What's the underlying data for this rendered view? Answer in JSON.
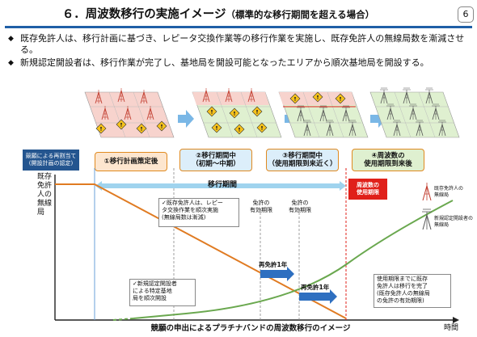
{
  "header": {
    "title": "６．周波数移行の実施イメージ",
    "subtitle": "（標準的な移行期間を超える場合）",
    "page_number": "6"
  },
  "bullets": [
    {
      "mark": "◆",
      "text": "既存免許人は、移行計画に基づき、レピータ交換作業等の移行作業を実施し、既存免許人の無線局数を漸減させる。"
    },
    {
      "mark": "◆",
      "text": "新規認定開設者は、移行作業が完了し、基地局を開設可能となったエリアから順次基地局を開設する。"
    }
  ],
  "left_label": {
    "line1": "競願による再割当て",
    "line2": "(開設計画の認定)"
  },
  "phases": [
    {
      "label": "①移行計画策定後",
      "sub": ""
    },
    {
      "label": "②移行期間中",
      "sub": "（初期～中期）"
    },
    {
      "label": "③移行期間中",
      "sub": "（使用期限到来近く）"
    },
    {
      "label": "④周波数の",
      "sub": "使用期限到来後"
    }
  ],
  "y_axis_label": "既存免許人の無線局",
  "x_axis_label": "時間",
  "migration_period": "移行期間",
  "usage_deadline": {
    "line1": "周波数の",
    "line2": "使用期限"
  },
  "legend": {
    "existing": {
      "line1": "既存免許人の",
      "line2": "無線局"
    },
    "new": {
      "line1": "新規認定開設者の",
      "line2": "無線局"
    }
  },
  "notes": {
    "existing_note": [
      "✓既存免許人は、レピー",
      "タ交換作業を順次実施",
      "(無線局数は漸減)"
    ],
    "new_note": [
      "✓新規認定開設者",
      "による特定基地",
      "局を順次開設"
    ],
    "license_valid_1": [
      "免許の",
      "有効期限"
    ],
    "license_valid_2": [
      "免許の",
      "有効期限"
    ],
    "relicense_1": "再免許1年",
    "relicense_2": "再免許1年",
    "final_note": [
      "使用期限までに既存",
      "免許人は移行を完了",
      "(既存免許人の無線局",
      "の免許の有効期限)"
    ]
  },
  "caption": "競願の申出によるプラチナバンドの周波数移行のイメージ",
  "colors": {
    "title_rule": "#1f5fa6",
    "phase_border": "#e08a20",
    "existing_line": "#e07b22",
    "new_line": "#6aa84f",
    "migration_arrow": "#9fd3ee",
    "relicense_arrow": "#2e6fc0",
    "deadline_box": "#e0201a",
    "left_label_bg": "#24558f"
  }
}
